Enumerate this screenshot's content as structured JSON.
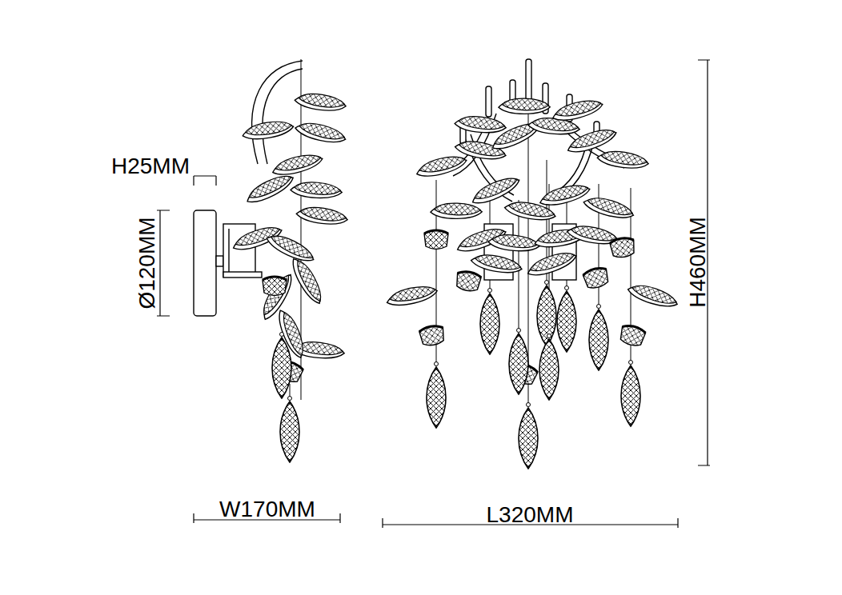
{
  "diagram": {
    "labels": [
      "H25MM",
      "Ø120MM",
      "W170MM",
      "L320MM",
      "H460MM"
    ]
  }
}
